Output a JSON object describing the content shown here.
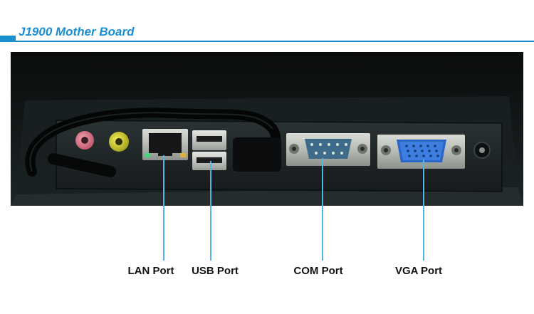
{
  "header": {
    "title": "J1900 Mother Board",
    "accent_color": "#1a8fd0"
  },
  "photo": {
    "subject": "rear-io-panel-photo"
  },
  "callouts": [
    {
      "label": "LAN Port"
    },
    {
      "label": "USB Port"
    },
    {
      "label": "COM Port"
    },
    {
      "label": "VGA Port"
    }
  ],
  "leader_color": "#4fb6e6"
}
